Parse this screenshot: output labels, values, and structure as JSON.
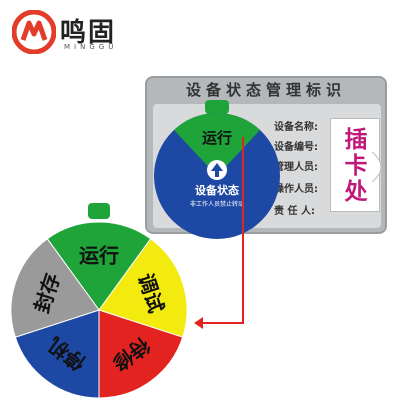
{
  "brand": {
    "name_cn": "鸣固",
    "name_en": "MINGGU",
    "color": "#e23d2a"
  },
  "card": {
    "title": "设备状态管理标识",
    "fields": [
      "设备名称:",
      "设备编号:",
      "管理人员:",
      "操作人员:",
      "责 任 人:"
    ],
    "slot_lines": [
      "插",
      "卡",
      "处"
    ],
    "window_label": "运行",
    "dial_text": "设备状态",
    "dial_subtext": "非工作人员禁止转动",
    "dial_icon": "up-arrow-icon"
  },
  "wheel": {
    "segments": [
      {
        "label": "运行",
        "color": "#1fa43a"
      },
      {
        "label": "调试",
        "color": "#f3ea10"
      },
      {
        "label": "待修",
        "color": "#e3231f"
      },
      {
        "label": "停机",
        "color": "#1d48a3"
      },
      {
        "label": "封存",
        "color": "#9a9a9a"
      }
    ]
  },
  "colors": {
    "dial_blue": "#1d48a3",
    "arrow_red": "#e3231f",
    "card_gray": "#b5b8bb"
  }
}
